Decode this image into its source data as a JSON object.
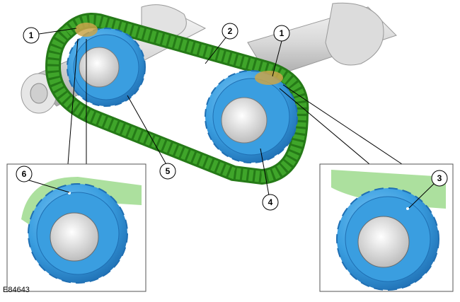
{
  "figure_id": "E84643",
  "callouts": [
    {
      "id": "c1a",
      "label": "1"
    },
    {
      "id": "c2",
      "label": "2"
    },
    {
      "id": "c1b",
      "label": "1"
    },
    {
      "id": "c3",
      "label": "3"
    },
    {
      "id": "c4",
      "label": "4"
    },
    {
      "id": "c5",
      "label": "5"
    },
    {
      "id": "c6",
      "label": "6"
    }
  ],
  "colors": {
    "chain": "#3fa52a",
    "chain_dark": "#257a17",
    "sprocket": "#3a9ee0",
    "sprocket_dark": "#1f6fb3",
    "camshaft": "#d6d6d6",
    "marker": "#c9a54a",
    "chain_translucent": "#7fcf6a"
  }
}
